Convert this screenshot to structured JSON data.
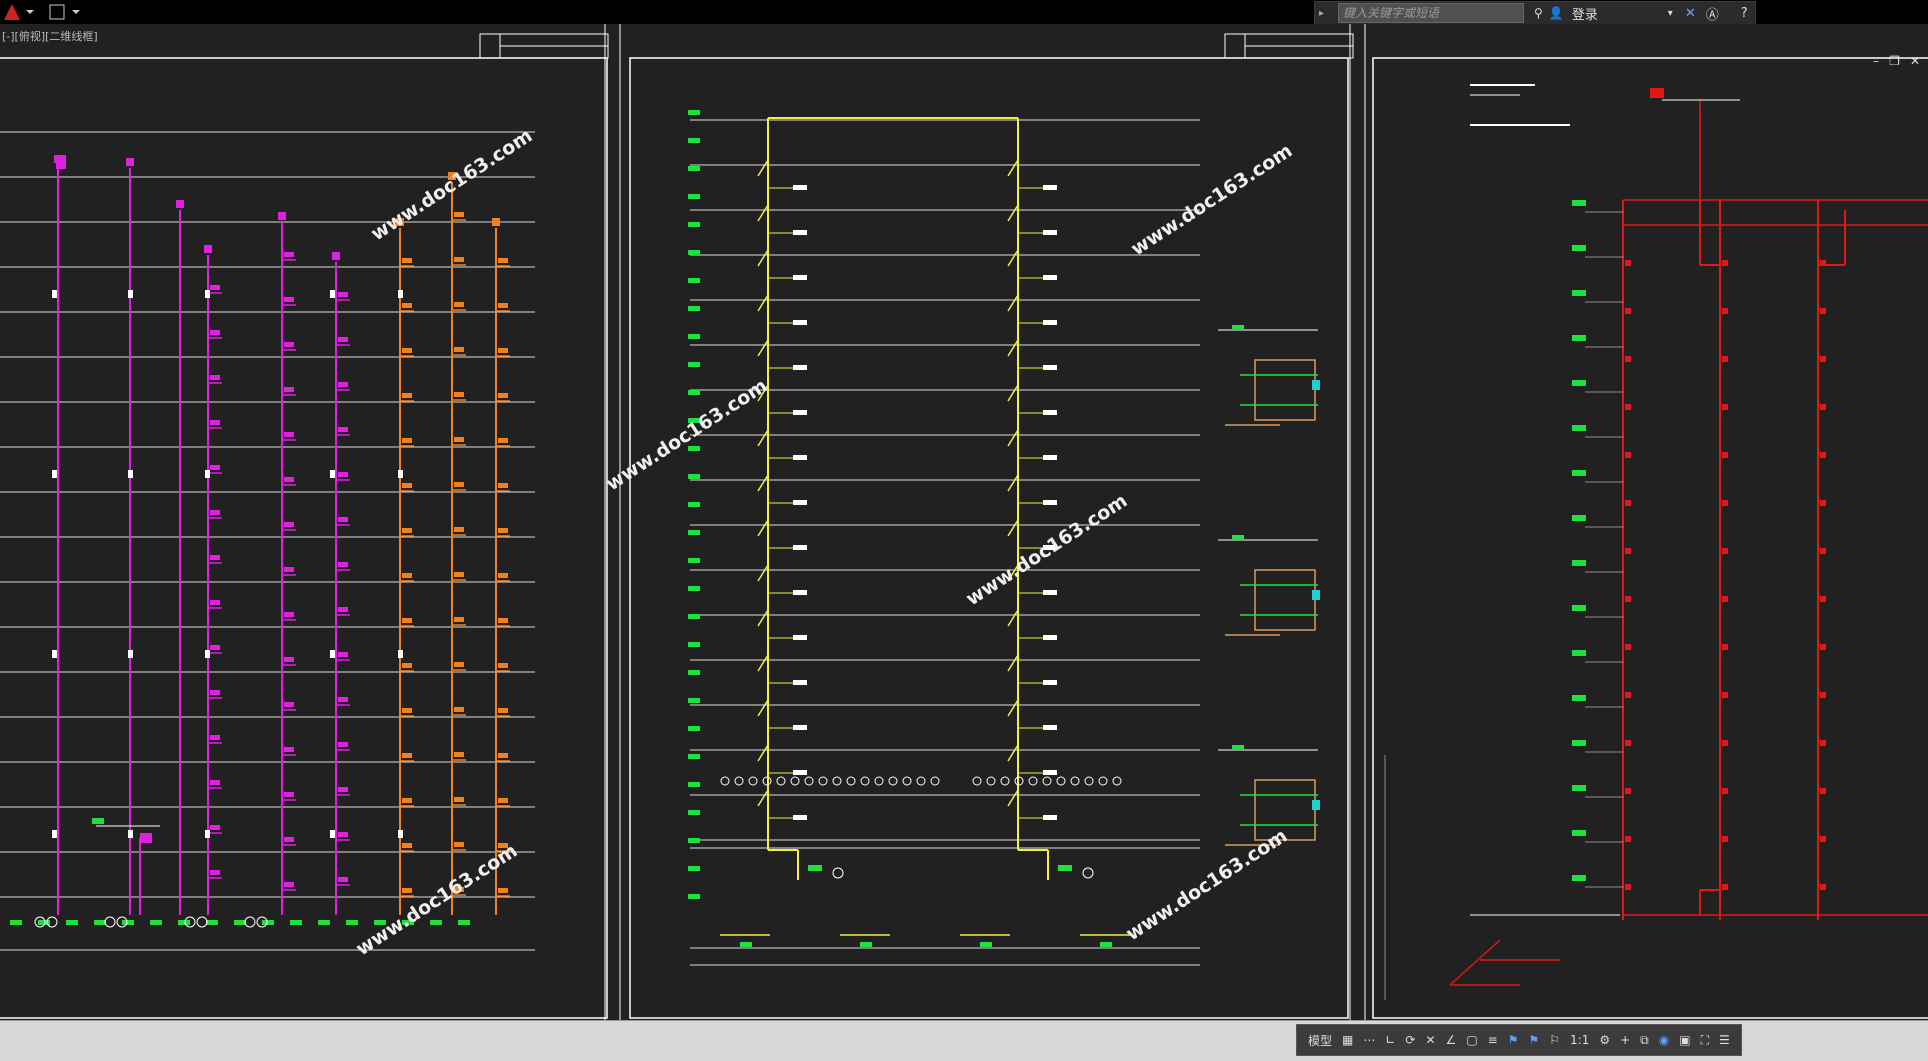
{
  "app": {
    "logo_icon": "autocad-logo-icon",
    "accent": "#d21f1f"
  },
  "topbar": {
    "search_placeholder": "键入关键字或短语",
    "login_label": "登录"
  },
  "viewport": {
    "label": "[-][俯视][二维线框]"
  },
  "statusbar": {
    "model_label": "模型",
    "scale_label": "1:1"
  },
  "watermark": "www.doc163.com",
  "colors": {
    "magenta": "#e020e0",
    "orange": "#f08020",
    "yellow": "#f0f040",
    "green": "#20e040",
    "red": "#e01818",
    "white": "#ffffff"
  }
}
